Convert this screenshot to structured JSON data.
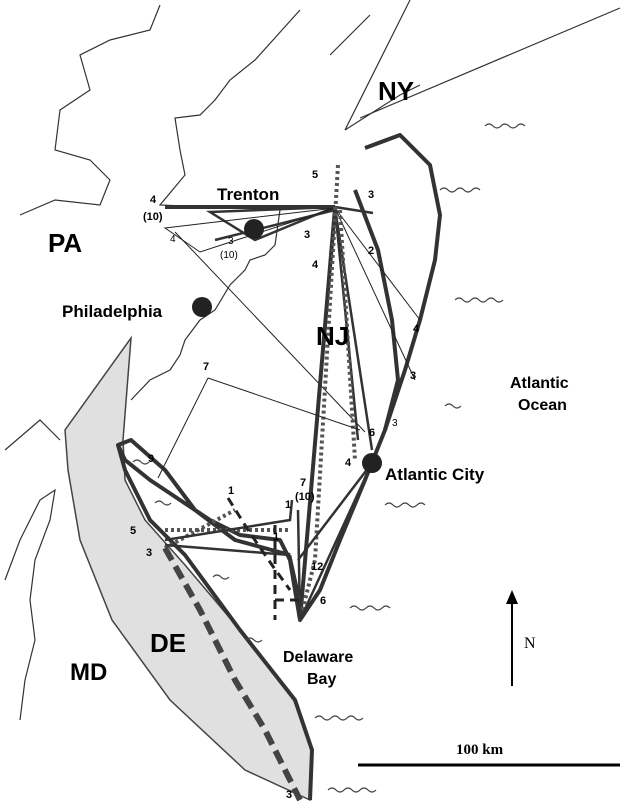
{
  "states": {
    "ny": "NY",
    "pa": "PA",
    "nj": "NJ",
    "md": "MD",
    "de": "DE"
  },
  "cities": {
    "trenton": "Trenton",
    "philadelphia": "Philadelphia",
    "atlantic_city": "Atlantic City"
  },
  "water": {
    "atlantic_line1": "Atlantic",
    "atlantic_line2": "Ocean",
    "delaware_line1": "Delaware",
    "delaware_line2": "Bay"
  },
  "route_numbers": {
    "n_5_top": "5",
    "n_3_trenton_right": "3",
    "n_4_left": "4",
    "n_10_left": "(10)",
    "n_4_left2": "4",
    "n_3_mid": "3",
    "n_10_mid": "(10)",
    "n_3_bold": "3",
    "n_2": "2",
    "n_4_bold": "4",
    "n_4_coast": "4",
    "n_3_coast": "3",
    "n_7": "7",
    "n_6": "6",
    "n_3_ac": "3",
    "n_4_ac": "4",
    "n_9": "9",
    "n_1_a": "1",
    "n_1_b": "1",
    "n_7_cape": "7",
    "n_10_cape": "(10)",
    "n_1_c": "1",
    "n_5_de": "5",
    "n_3_de": "3",
    "n_12": "12",
    "n_6_cape": "6",
    "n_3_bottom": "3"
  },
  "scale_label": "100 km",
  "compass_label": "N",
  "colors": {
    "delaware_fill": "#e0e0e0",
    "dark_line": "#333333",
    "city_dot": "#222222"
  }
}
